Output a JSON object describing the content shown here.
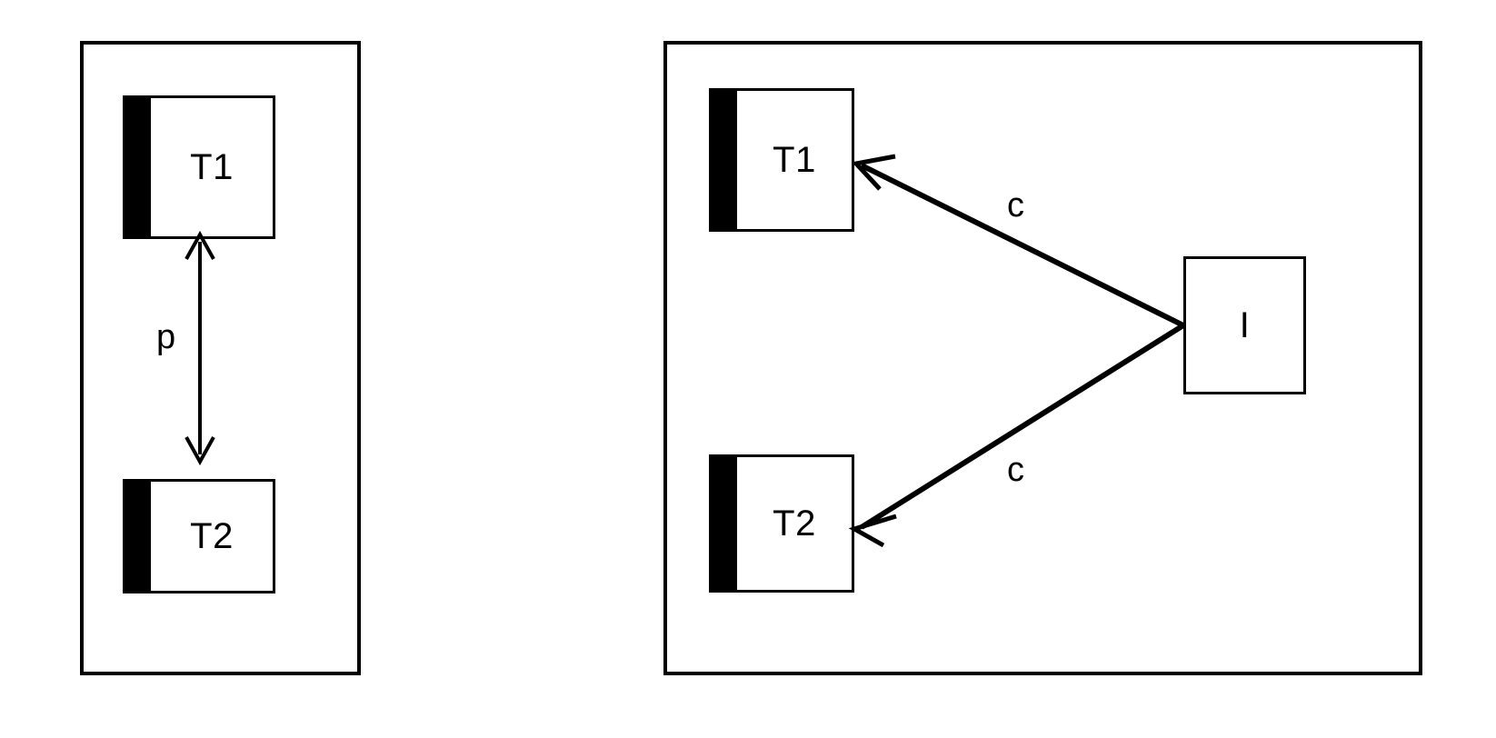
{
  "figure": {
    "type": "diagram",
    "description": "Two-panel component diagram: left panel shows two components T1 and T2 linked by a bidirectional association labelled p; right panel shows components T1 and T2 each receiving a directed arrow labelled c from a box labelled I.",
    "background_color": "#ffffff",
    "stroke_color": "#000000"
  },
  "panels": [
    {
      "id": "left-panel",
      "name": "left-panel",
      "nodes": [
        {
          "id": "left-t1",
          "label": "T1",
          "style": "component",
          "has_side_bar": true
        },
        {
          "id": "left-t2",
          "label": "T2",
          "style": "component",
          "has_side_bar": true
        }
      ],
      "edges": [
        {
          "id": "left-edge-p",
          "label": "p",
          "from": "left-t2",
          "to": "left-t1",
          "arrowheads": "both",
          "orientation": "vertical"
        }
      ]
    },
    {
      "id": "right-panel",
      "name": "right-panel",
      "nodes": [
        {
          "id": "right-t1",
          "label": "T1",
          "style": "component",
          "has_side_bar": true
        },
        {
          "id": "right-t2",
          "label": "T2",
          "style": "component",
          "has_side_bar": true
        },
        {
          "id": "right-i",
          "label": "I",
          "style": "plain",
          "has_side_bar": false
        }
      ],
      "edges": [
        {
          "id": "right-edge-c-top",
          "label": "c",
          "from": "right-i",
          "to": "right-t1",
          "arrowheads": "target",
          "orientation": "diagonal-up-left"
        },
        {
          "id": "right-edge-c-bottom",
          "label": "c",
          "from": "right-i",
          "to": "right-t2",
          "arrowheads": "target",
          "orientation": "diagonal-down-left"
        }
      ]
    }
  ]
}
